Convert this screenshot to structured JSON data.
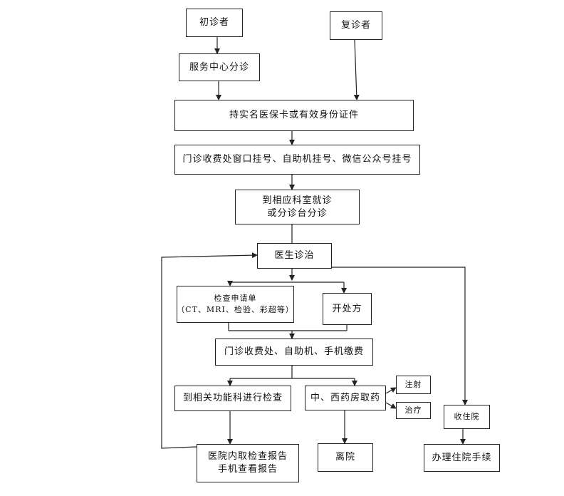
{
  "nodes": {
    "first_visit": "初诊者",
    "return_visit": "复诊者",
    "service_center": "服务中心分诊",
    "id_card": "持实名医保卡或有效身份证件",
    "registration": "门诊收费处窗口挂号、自助机挂号、微信公众号挂号",
    "department": [
      "到相应科室就诊",
      "或分诊台分诊"
    ],
    "doctor": "医生诊治",
    "exam_request": [
      "检查申请单",
      "（CT、MRI、检验、彩超等）"
    ],
    "prescription": "开处方",
    "payment": "门诊收费处、自助机、手机缴费",
    "function_exam": "到相关功能科进行检查",
    "pharmacy": "中、西药房取药",
    "injection": "注射",
    "treatment": "治疗",
    "admission": "收住院",
    "report": [
      "医院内取检查报告",
      "手机查看报告"
    ],
    "leave": "离院",
    "hospitalization": "办理住院手续"
  }
}
